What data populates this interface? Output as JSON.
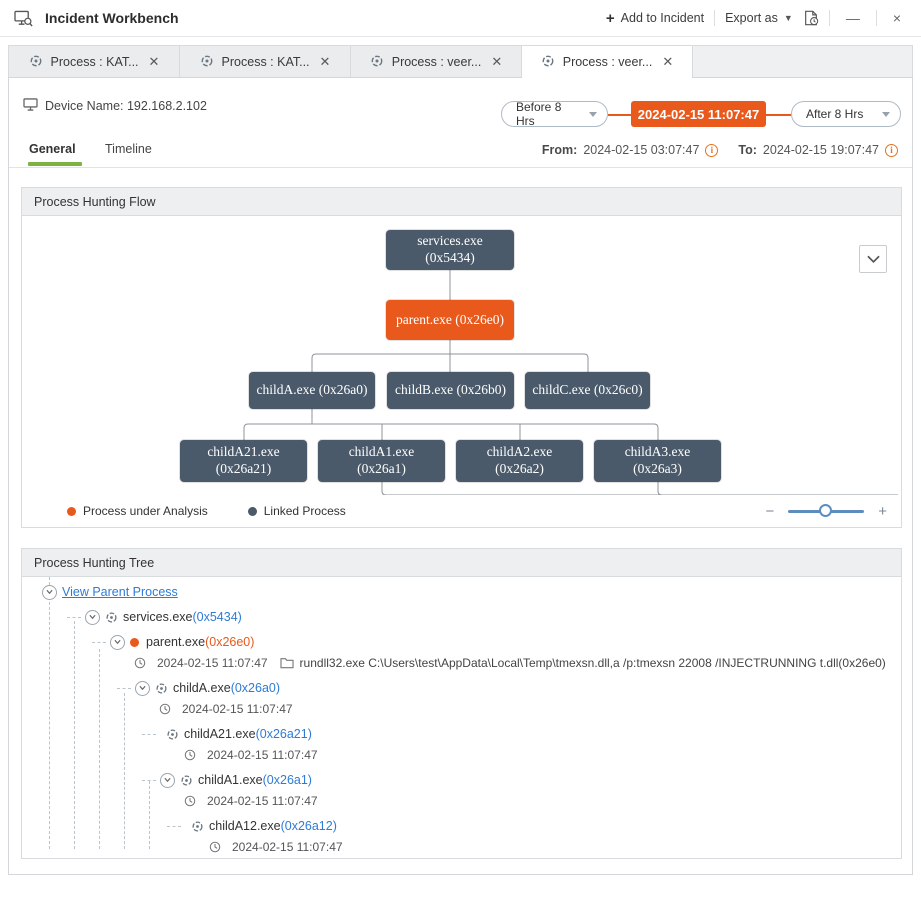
{
  "window": {
    "title": "Incident Workbench",
    "add_to_incident": "Add to Incident",
    "export_as": "Export as",
    "minimize": "—",
    "close": "×"
  },
  "tabs": [
    {
      "label": "Process : KAT...",
      "active": false
    },
    {
      "label": "Process : KAT...",
      "active": false
    },
    {
      "label": "Process : veer...",
      "active": false
    },
    {
      "label": "Process : veer...",
      "active": true
    }
  ],
  "device": {
    "label": "Device Name: 192.168.2.102"
  },
  "time_controls": {
    "before": "Before 8 Hrs",
    "pivot": "2024-02-15 11:07:47",
    "after": "After 8 Hrs"
  },
  "view_tabs": {
    "general": "General",
    "timeline": "Timeline"
  },
  "range": {
    "from_label": "From:",
    "from_value": "2024-02-15 03:07:47",
    "to_label": "To:",
    "to_value": "2024-02-15 19:07:47"
  },
  "colors": {
    "analysis_orange": "#e8591b",
    "linked_slate": "#4a5a6b",
    "link_blue": "#2e7bd6",
    "active_tab_green": "#7db343"
  },
  "flow": {
    "title": "Process Hunting Flow",
    "legend": [
      {
        "label": "Process under Analysis",
        "color": "#e8591b"
      },
      {
        "label": "Linked Process",
        "color": "#4a5a6b"
      }
    ],
    "nodes": [
      {
        "name": "services.exe",
        "pid": "(0x5434)",
        "kind": "linked",
        "two_line": true
      },
      {
        "name": "parent.exe",
        "pid": "(0x26e0)",
        "kind": "analysis",
        "two_line": false
      },
      {
        "name": "childA.exe",
        "pid": "(0x26a0)",
        "kind": "linked",
        "two_line": false
      },
      {
        "name": "childB.exe",
        "pid": "(0x26b0)",
        "kind": "linked",
        "two_line": false
      },
      {
        "name": "childC.exe",
        "pid": "(0x26c0)",
        "kind": "linked",
        "two_line": false
      },
      {
        "name": "childA21.exe",
        "pid": "(0x26a21)",
        "kind": "linked",
        "two_line": true
      },
      {
        "name": "childA1.exe",
        "pid": "(0x26a1)",
        "kind": "linked",
        "two_line": true
      },
      {
        "name": "childA2.exe",
        "pid": "(0x26a2)",
        "kind": "linked",
        "two_line": true
      },
      {
        "name": "childA3.exe",
        "pid": "(0x26a3)",
        "kind": "linked",
        "two_line": true
      }
    ]
  },
  "tree": {
    "title": "Process Hunting Tree",
    "rows": [
      {
        "kind": "link",
        "level": 0,
        "expander": true,
        "label": "View Parent Process"
      },
      {
        "kind": "proc",
        "level": 1,
        "expander": true,
        "icon": "process",
        "name": "services.exe",
        "pid": "(0x5434)",
        "pid_color": "blue"
      },
      {
        "kind": "proc",
        "level": 2,
        "expander": true,
        "icon": "dot",
        "name": "parent.exe",
        "pid": "(0x26e0)",
        "pid_color": "orange"
      },
      {
        "kind": "meta",
        "level": 2,
        "time": "2024-02-15 11:07:47",
        "command": "rundll32.exe C:\\Users\\test\\AppData\\Local\\Temp\\tmexsn.dll,a /p:tmexsn 22008 /INJECTRUNNING t.dll(0x26e0)"
      },
      {
        "kind": "proc",
        "level": 3,
        "expander": true,
        "icon": "process",
        "name": "childA.exe",
        "pid": "(0x26a0)",
        "pid_color": "blue"
      },
      {
        "kind": "meta",
        "level": 3,
        "time": "2024-02-15 11:07:47"
      },
      {
        "kind": "proc",
        "level": 4,
        "expander": false,
        "icon": "process",
        "name": "childA21.exe",
        "pid": "(0x26a21)",
        "pid_color": "blue"
      },
      {
        "kind": "meta",
        "level": 4,
        "time": "2024-02-15 11:07:47"
      },
      {
        "kind": "proc",
        "level": 4,
        "expander": true,
        "icon": "process",
        "name": "childA1.exe",
        "pid": "(0x26a1)",
        "pid_color": "blue"
      },
      {
        "kind": "meta",
        "level": 4,
        "time": "2024-02-15 11:07:47"
      },
      {
        "kind": "proc",
        "level": 5,
        "expander": false,
        "icon": "process",
        "name": "childA12.exe",
        "pid": "(0x26a12)",
        "pid_color": "blue"
      },
      {
        "kind": "meta",
        "level": 5,
        "time": "2024-02-15 11:07:47"
      }
    ]
  }
}
